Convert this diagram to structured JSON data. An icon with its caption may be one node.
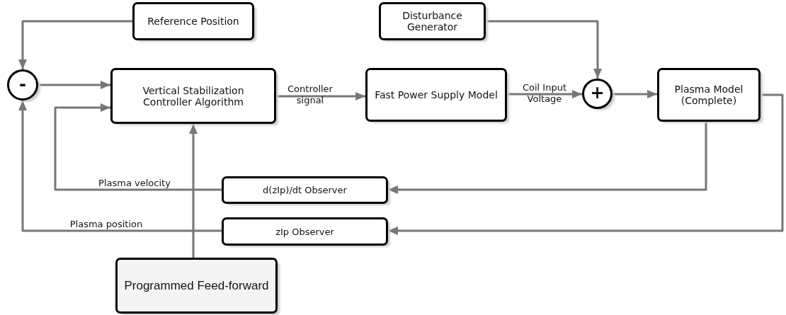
{
  "diagram": {
    "nodes": [
      {
        "text": [
          "Reference Position"
        ]
      },
      {
        "text": [
          "Disturbance Generator"
        ]
      },
      {
        "text": [
          "-"
        ]
      },
      {
        "text": [
          "Vertical Stabilization Controller Algorithm"
        ]
      },
      {
        "text": [
          "Fast Power Supply Model"
        ]
      },
      {
        "text": [
          "+"
        ]
      },
      {
        "text": [
          "Plasma Model (Complete)"
        ]
      },
      {
        "text": [
          "d(zIp)/dt Observer"
        ]
      },
      {
        "text": [
          "zIp Observer"
        ]
      },
      {
        "text": [
          "Programmed Feed-forward"
        ]
      }
    ],
    "edges": [
      {
        "from": 0,
        "to": 2,
        "arrow": "to"
      },
      {
        "from": 2,
        "to": 3,
        "arrow": "to"
      },
      {
        "from": 7,
        "to": 3,
        "arrow": "to",
        "label": "Plasma velocity"
      },
      {
        "from": 8,
        "to": 2,
        "arrow": "to",
        "label": "Plasma position"
      },
      {
        "from": 9,
        "to": 3,
        "arrow": "to"
      },
      {
        "from": 3,
        "to": 4,
        "arrow": "to",
        "label": "Controller signal"
      },
      {
        "from": 4,
        "to": 5,
        "arrow": "to",
        "label": "Coil Input Voltage"
      },
      {
        "from": 1,
        "to": 5,
        "arrow": "to"
      },
      {
        "from": 5,
        "to": 6,
        "arrow": "to"
      },
      {
        "from": 6,
        "to": 7,
        "arrow": "to"
      },
      {
        "from": 6,
        "to": 8,
        "arrow": "to"
      }
    ]
  }
}
